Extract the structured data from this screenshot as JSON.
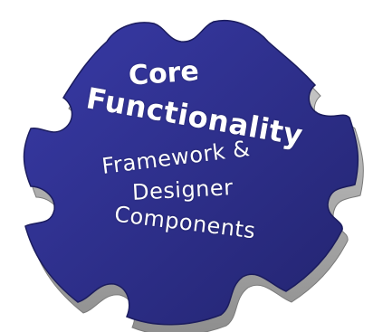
{
  "puzzle": {
    "lines": [
      "Core",
      "Functionality",
      "Framework &",
      "Designer",
      "Components"
    ],
    "face_color": "#2c2d8e",
    "edge_color": "#a6a6a6",
    "text_color": "#ffffff"
  }
}
